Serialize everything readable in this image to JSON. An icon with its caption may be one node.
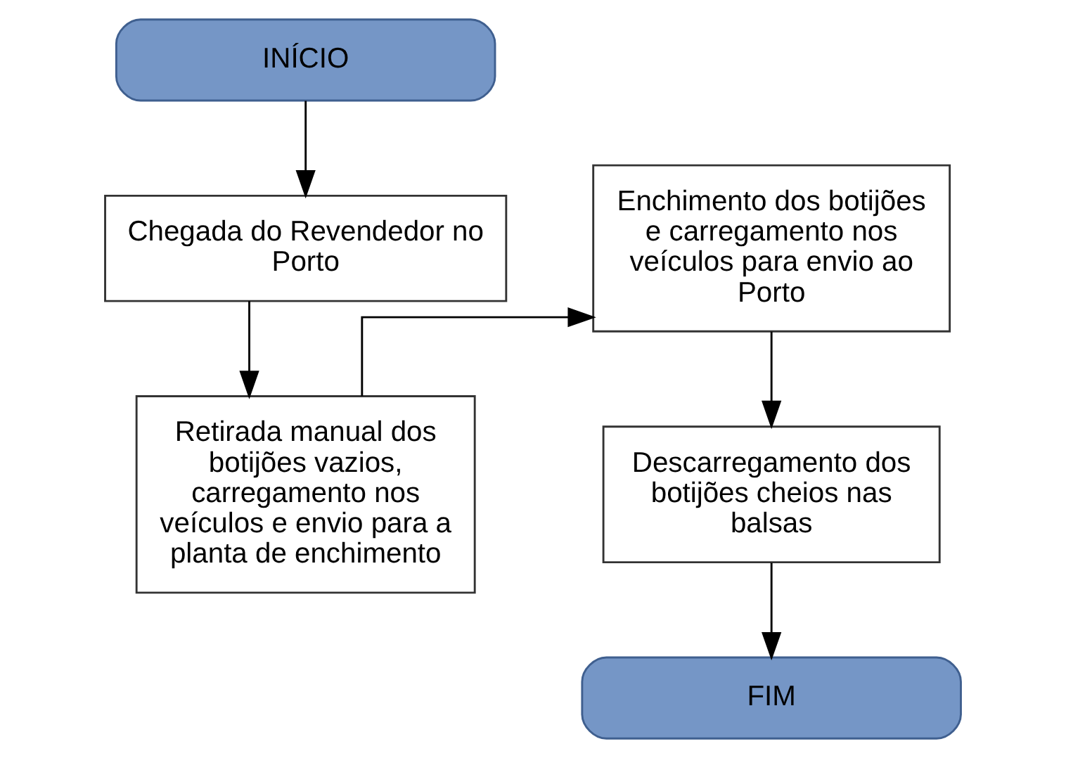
{
  "diagram": {
    "nodes": [
      {
        "text": [
          "INÍCIO"
        ]
      },
      {
        "text": [
          "Chegada do Revendedor no Porto"
        ]
      },
      {
        "text": [
          "Retirada manual dos botijões vazios, carregamento nos veículos e envio para a planta de enchimento"
        ]
      },
      {
        "text": [
          "Enchimento dos botijões e carregamento nos veículos para envio ao Porto"
        ]
      },
      {
        "text": [
          "Descarregamento dos botijões cheios nas balsas"
        ]
      },
      {
        "text": [
          "FIM"
        ]
      }
    ],
    "edges": [
      {
        "from": 0,
        "to": 1,
        "arrow": "to"
      },
      {
        "from": 1,
        "to": 2,
        "arrow": "to"
      },
      {
        "from": 2,
        "to": 3,
        "arrow": "to"
      },
      {
        "from": 3,
        "to": 4,
        "arrow": "to"
      },
      {
        "from": 4,
        "to": 5,
        "arrow": "to"
      }
    ]
  }
}
